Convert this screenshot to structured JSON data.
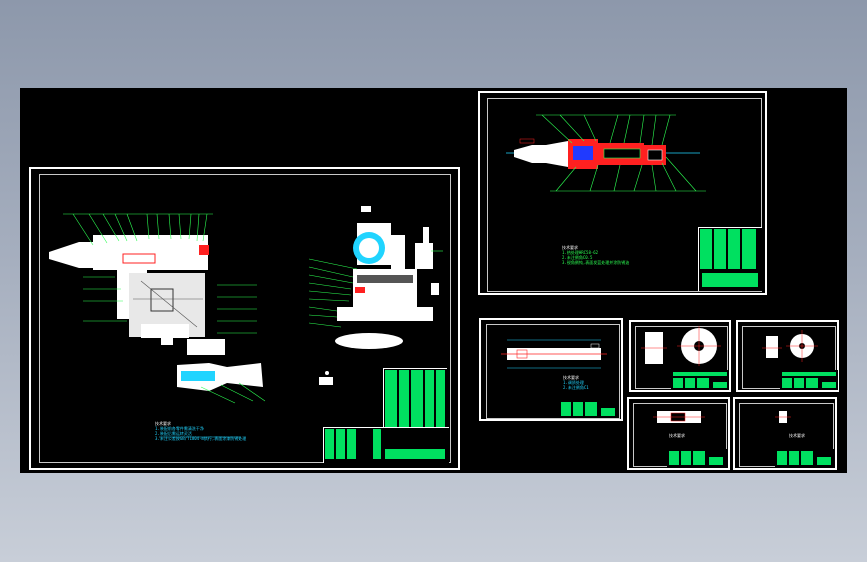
{
  "window": {
    "background": "#9aa3b4",
    "canvas_color": "#000000"
  },
  "colors": {
    "sheet_border": "#ffffff",
    "leader": "#2cff52",
    "dimension": "#20d4ff",
    "section": "#ff2020",
    "title_block_fill": "#00e060"
  },
  "sheets": [
    {
      "id": "assembly",
      "icon": "assembly-drawing-icon",
      "subject": "drill assembly"
    },
    {
      "id": "drill-bit-part",
      "icon": "part-drawing-icon",
      "subject": "drill bit section"
    },
    {
      "id": "shaft-part",
      "icon": "part-drawing-icon"
    },
    {
      "id": "gear-part-1",
      "icon": "part-drawing-icon"
    },
    {
      "id": "gear-part-2",
      "icon": "part-drawing-icon"
    },
    {
      "id": "plate-part",
      "icon": "part-drawing-icon"
    },
    {
      "id": "small-part",
      "icon": "part-drawing-icon"
    }
  ]
}
